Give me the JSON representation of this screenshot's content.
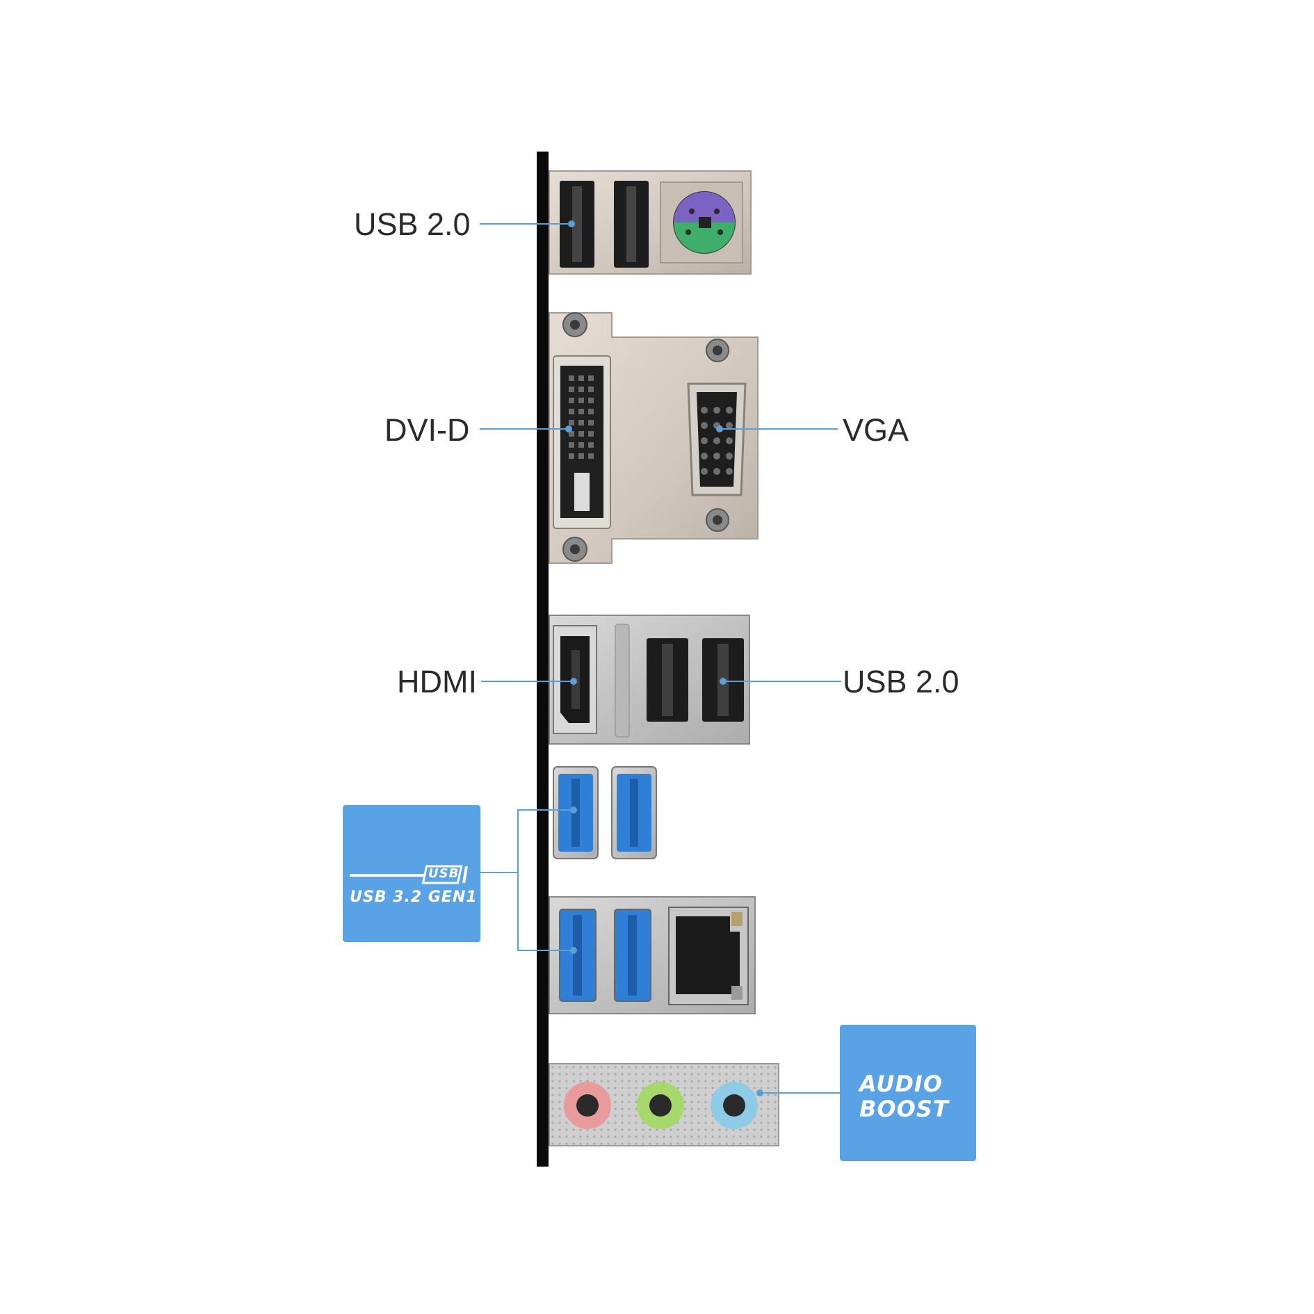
{
  "labels": {
    "usb_top": "USB 2.0",
    "dvi": "DVI-D",
    "vga": "VGA",
    "hdmi": "HDMI",
    "usb_mid": "USB 2.0"
  },
  "usb32_badge": {
    "small": "USB",
    "main": "USB 3.2 GEN1",
    "color": "#5aa2e6"
  },
  "audio_badge": {
    "line1": "AUDIO",
    "line2": "BOOST",
    "color": "#5aa2e6"
  },
  "colors": {
    "bracket": "#0a0a0a",
    "leader": "#5a9fd6",
    "usb3_blue": "#2f7fd6",
    "ps2_purple": "#7b63c4",
    "ps2_green": "#3fae6a",
    "audio_pink": "#e99a9a",
    "audio_green": "#a6d86b",
    "audio_blue": "#8ecbe6"
  },
  "icons": [
    "ps2-port-icon",
    "usb-port-icon",
    "dvi-port-icon",
    "vga-port-icon",
    "hdmi-port-icon",
    "rj45-port-icon",
    "audio-jack-icon"
  ]
}
